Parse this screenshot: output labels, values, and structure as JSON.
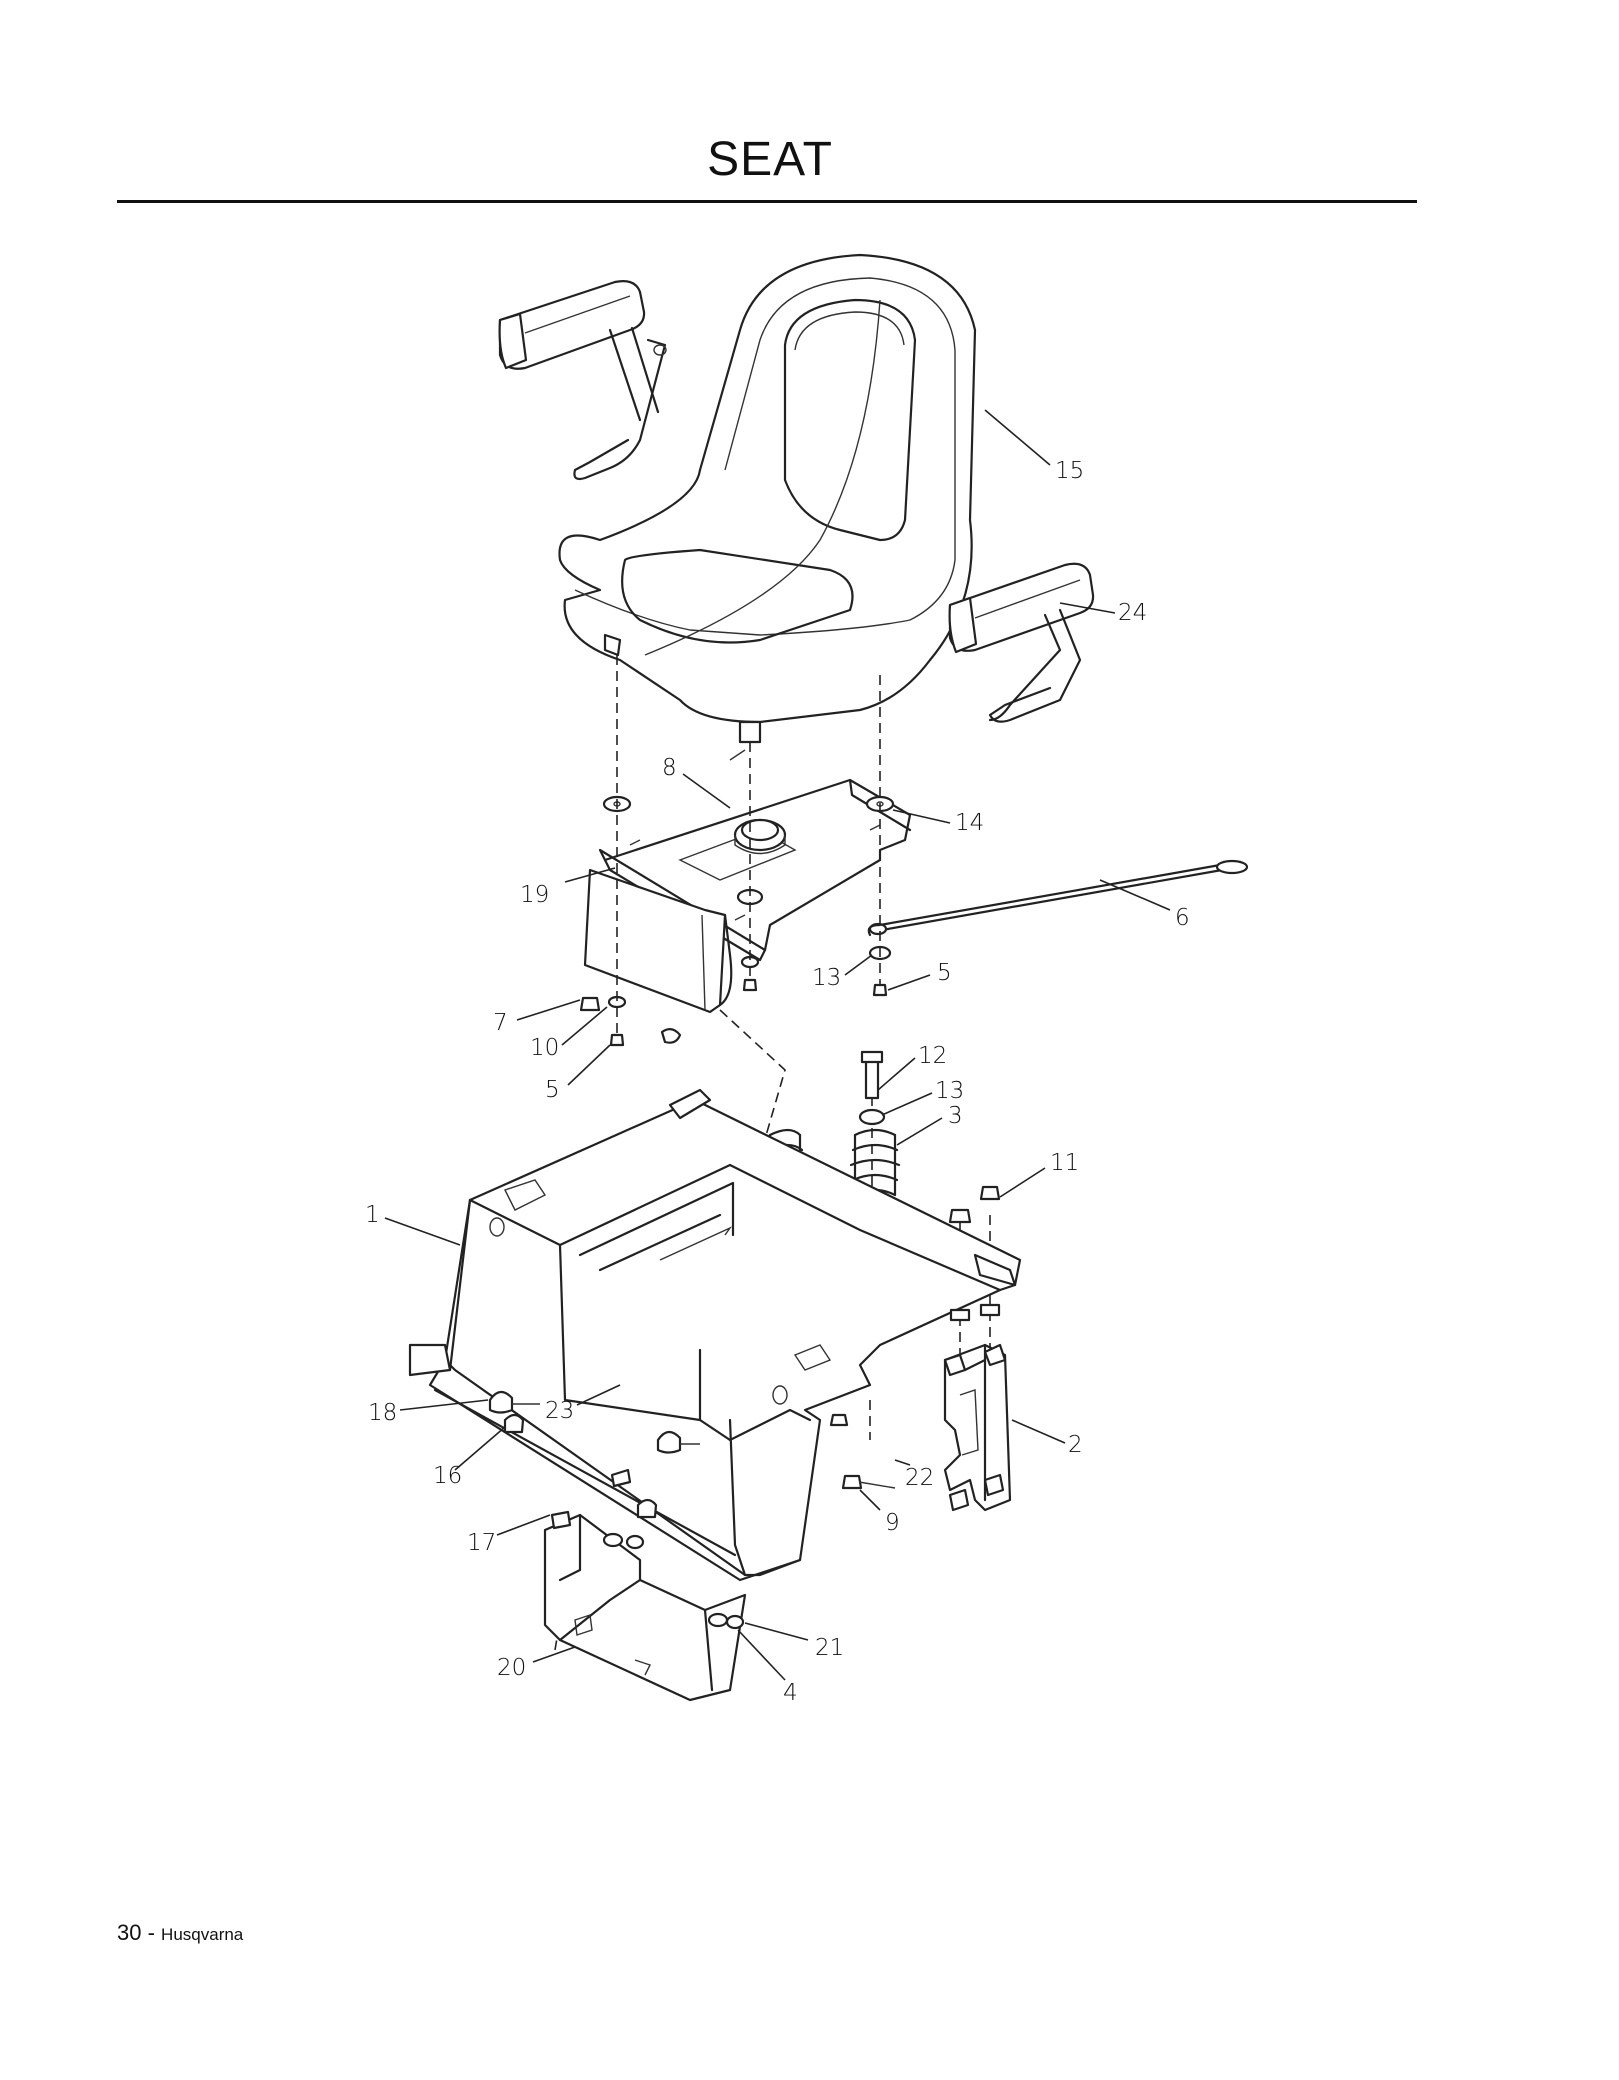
{
  "page": {
    "title": "SEAT",
    "page_number": "30",
    "separator": " - ",
    "brand": "Husqvarna"
  },
  "callouts": [
    {
      "id": "c15",
      "text": "15"
    },
    {
      "id": "c24",
      "text": "24"
    },
    {
      "id": "c8",
      "text": "8"
    },
    {
      "id": "c14",
      "text": "14"
    },
    {
      "id": "c19",
      "text": "19"
    },
    {
      "id": "c6",
      "text": "6"
    },
    {
      "id": "c13a",
      "text": "13"
    },
    {
      "id": "c5a",
      "text": "5"
    },
    {
      "id": "c7",
      "text": "7"
    },
    {
      "id": "c10",
      "text": "10"
    },
    {
      "id": "c5b",
      "text": "5"
    },
    {
      "id": "c12",
      "text": "12"
    },
    {
      "id": "c13b",
      "text": "13"
    },
    {
      "id": "c3",
      "text": "3"
    },
    {
      "id": "c11",
      "text": "11"
    },
    {
      "id": "c1",
      "text": "1"
    },
    {
      "id": "c2",
      "text": "2"
    },
    {
      "id": "c18",
      "text": "18"
    },
    {
      "id": "c23",
      "text": "23"
    },
    {
      "id": "c22",
      "text": "22"
    },
    {
      "id": "c16",
      "text": "16"
    },
    {
      "id": "c9",
      "text": "9"
    },
    {
      "id": "c17",
      "text": "17"
    },
    {
      "id": "c21",
      "text": "21"
    },
    {
      "id": "c20",
      "text": "20"
    },
    {
      "id": "c4",
      "text": "4"
    }
  ]
}
